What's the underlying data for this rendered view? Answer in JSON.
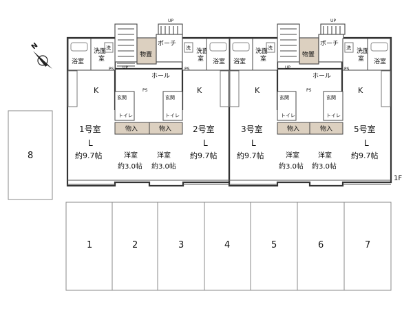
{
  "compass": {
    "label": "N"
  },
  "floor_label": "1F",
  "units": [
    {
      "room_no": "1号室",
      "living_type": "L",
      "living_size": "約9.7帖",
      "kitchen": "K",
      "bath": "浴室",
      "washroom": "洗面室",
      "washer": "洗",
      "entrance": "玄関",
      "toilet": "トイレ",
      "closet": "物入",
      "western_room": "洋室",
      "western_size": "約3.0帖",
      "ps": "PS"
    },
    {
      "room_no": "2号室",
      "living_type": "L",
      "living_size": "約9.7帖",
      "kitchen": "K",
      "bath": "浴室",
      "washroom": "洗面室",
      "washer": "洗",
      "entrance": "玄関",
      "toilet": "トイレ",
      "closet": "物入",
      "western_room": "洋室",
      "western_size": "約3.0帖",
      "ps": "PS"
    },
    {
      "room_no": "3号室",
      "living_type": "L",
      "living_size": "約9.7帖",
      "kitchen": "K",
      "bath": "浴室",
      "washroom": "洗面室",
      "washer": "洗",
      "entrance": "玄関",
      "toilet": "トイレ",
      "closet": "物入",
      "western_room": "洋室",
      "western_size": "約3.0帖",
      "ps": "PS"
    },
    {
      "room_no": "5号室",
      "living_type": "L",
      "living_size": "約9.7帖",
      "kitchen": "K",
      "bath": "浴室",
      "washroom": "洗面室",
      "washer": "洗",
      "entrance": "玄関",
      "toilet": "トイレ",
      "closet": "物入",
      "western_room": "洋室",
      "western_size": "約3.0帖",
      "ps": "PS"
    }
  ],
  "common": {
    "storage": "物置",
    "porch": "ポーチ",
    "hall": "ホール",
    "up": "UP",
    "hall_short": "ホー ル"
  },
  "parking": [
    "8",
    "1",
    "2",
    "3",
    "4",
    "5",
    "6",
    "7"
  ]
}
